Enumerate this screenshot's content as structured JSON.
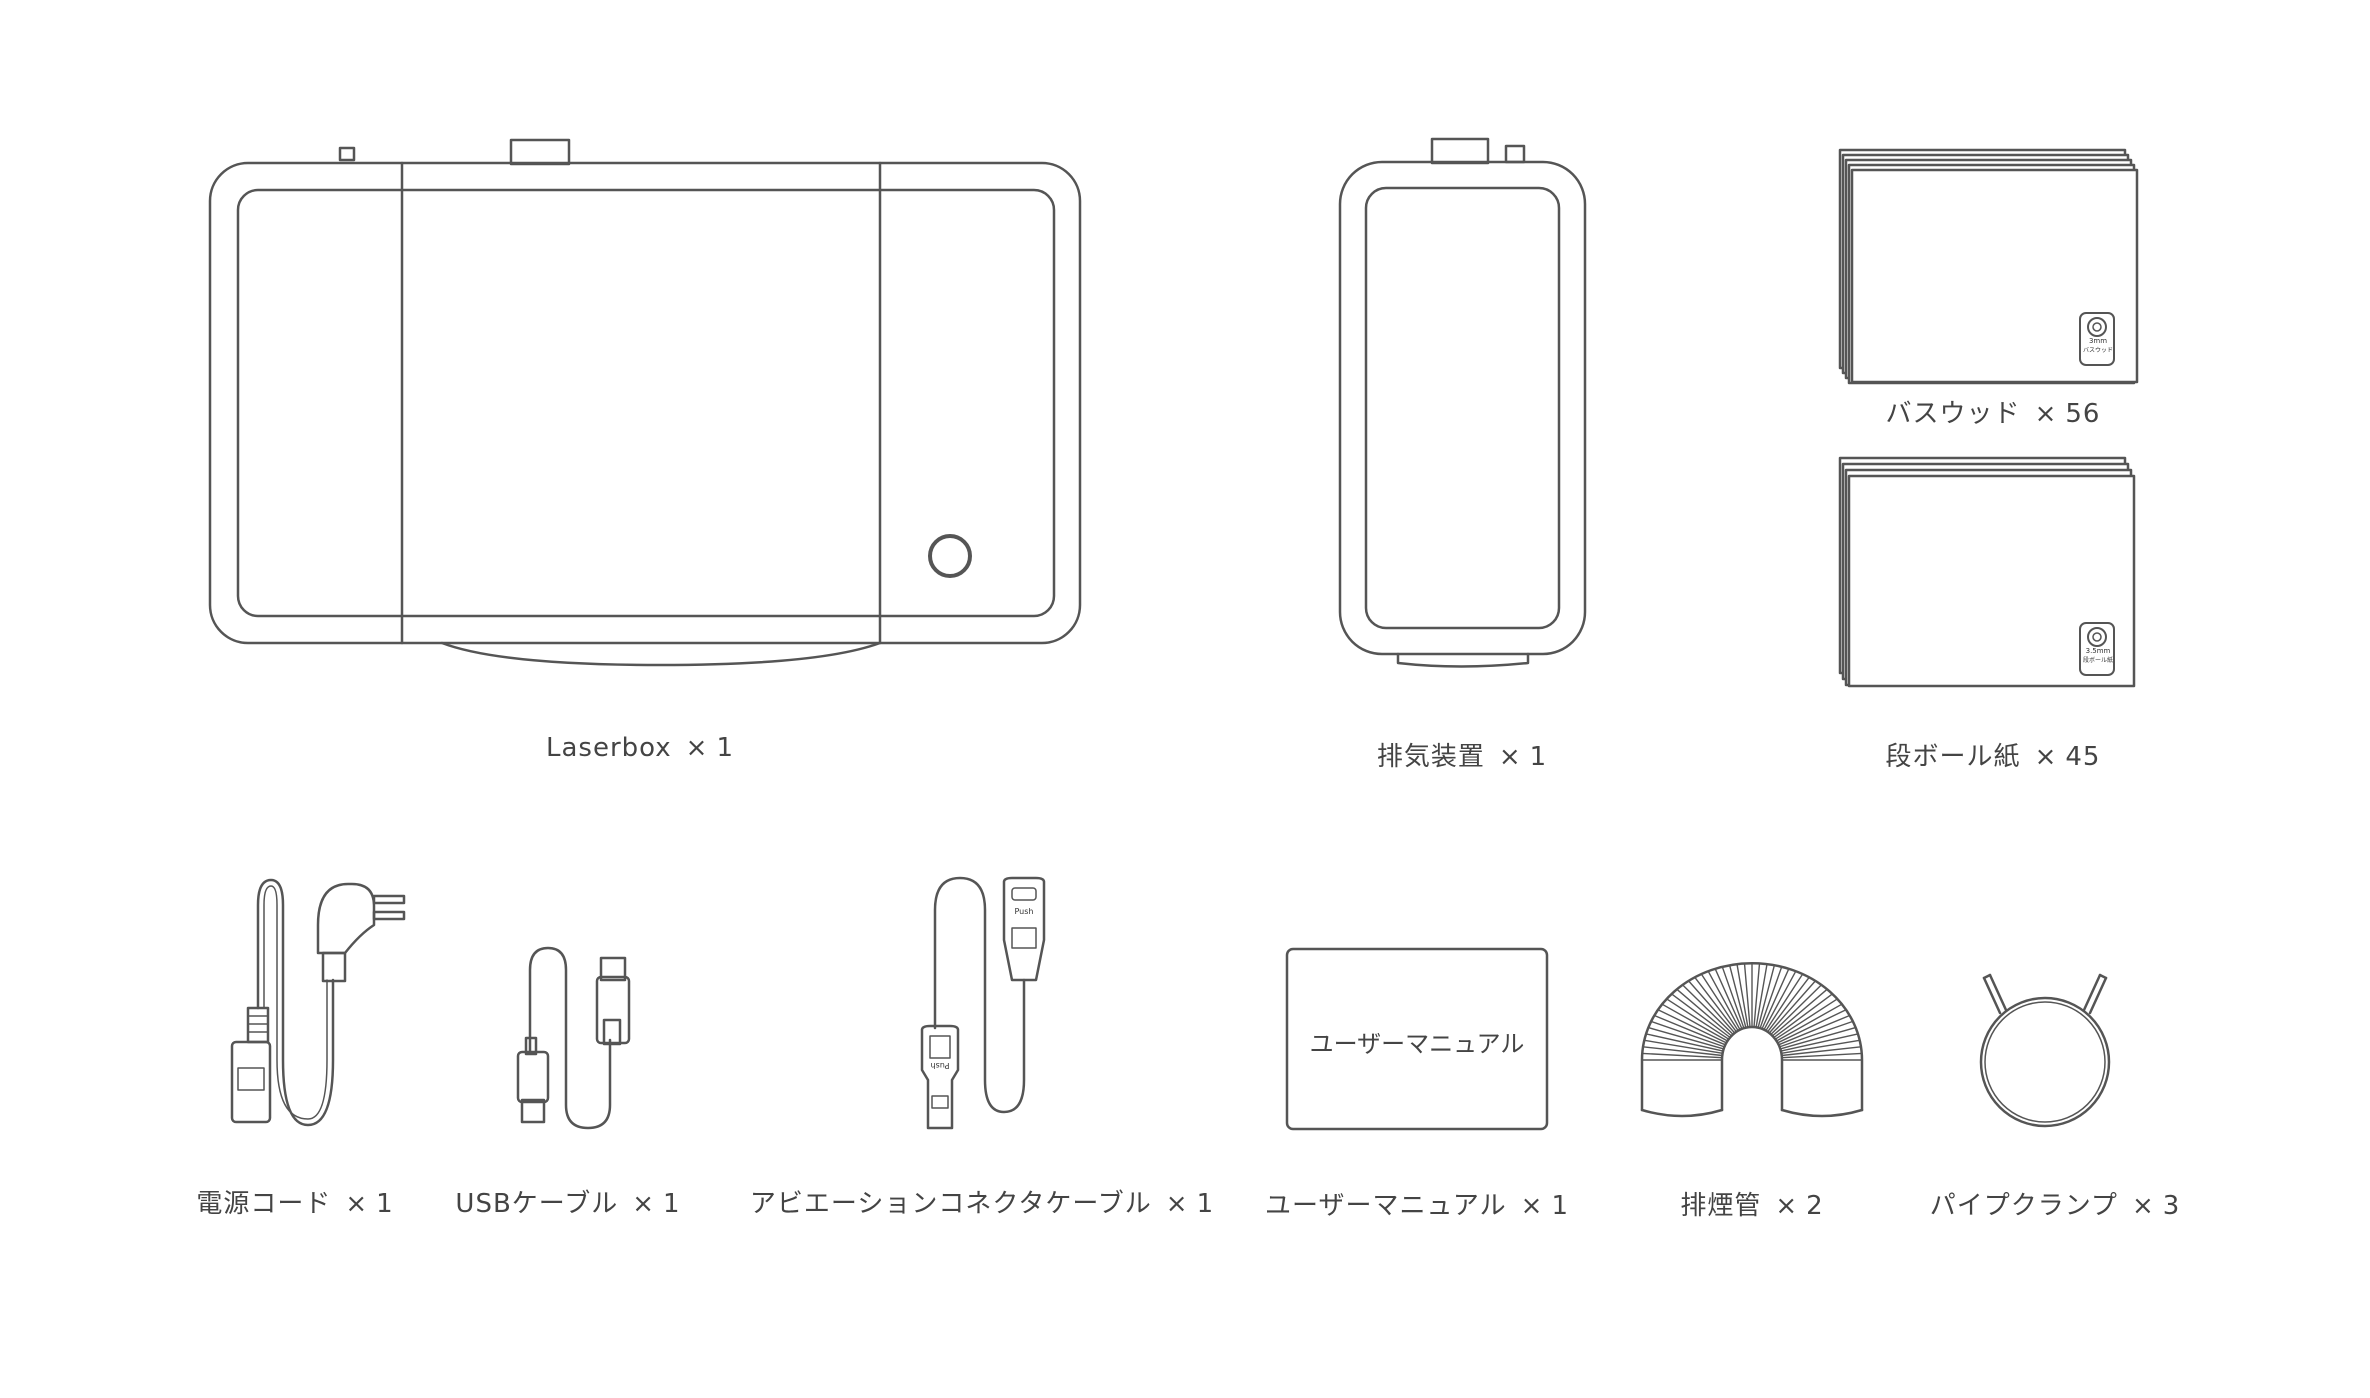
{
  "colors": {
    "line": "#555555",
    "text": "#444444",
    "background": "#ffffff"
  },
  "items": [
    {
      "name": "Laserbox",
      "mult": "×",
      "count": "1",
      "icon": "laserbox-machine-icon"
    },
    {
      "name": "排気装置",
      "mult": "×",
      "count": "1",
      "icon": "exhaust-device-icon"
    },
    {
      "name": "バスウッド",
      "mult": "×",
      "count": "56",
      "icon": "basswood-sheets-icon",
      "badge_size": "3mm",
      "badge_label": "バスウッド"
    },
    {
      "name": "段ボール紙",
      "mult": "×",
      "count": "45",
      "icon": "cardboard-sheets-icon",
      "badge_size": "3.5mm",
      "badge_label": "段ボール紙"
    },
    {
      "name": "電源コード",
      "mult": "×",
      "count": "1",
      "icon": "power-cord-icon"
    },
    {
      "name": "USBケーブル",
      "mult": "×",
      "count": "1",
      "icon": "usb-cable-icon"
    },
    {
      "name": "アビエーションコネクタケーブル",
      "mult": "×",
      "count": "1",
      "icon": "aviation-connector-cable-icon",
      "plug_label": "Push"
    },
    {
      "name": "ユーザーマニュアル",
      "mult": "×",
      "count": "1",
      "icon": "user-manual-icon",
      "cover_text": "ユーザーマニュアル"
    },
    {
      "name": "排煙管",
      "mult": "×",
      "count": "2",
      "icon": "exhaust-pipe-icon"
    },
    {
      "name": "パイプクランプ",
      "mult": "×",
      "count": "3",
      "icon": "pipe-clamp-icon"
    }
  ]
}
